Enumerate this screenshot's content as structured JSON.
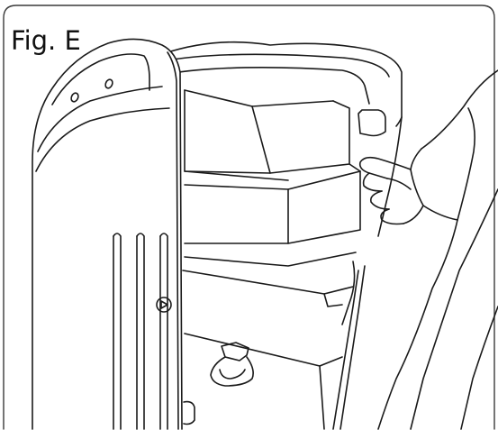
{
  "figure": {
    "label": "Fig. E"
  },
  "colors": {
    "line": "#1a1a1a",
    "background": "#ffffff",
    "frame": "#3a3a3a"
  },
  "icons": [
    "appliance-door",
    "water-tank",
    "tank-handle",
    "hand",
    "arrow-button"
  ]
}
